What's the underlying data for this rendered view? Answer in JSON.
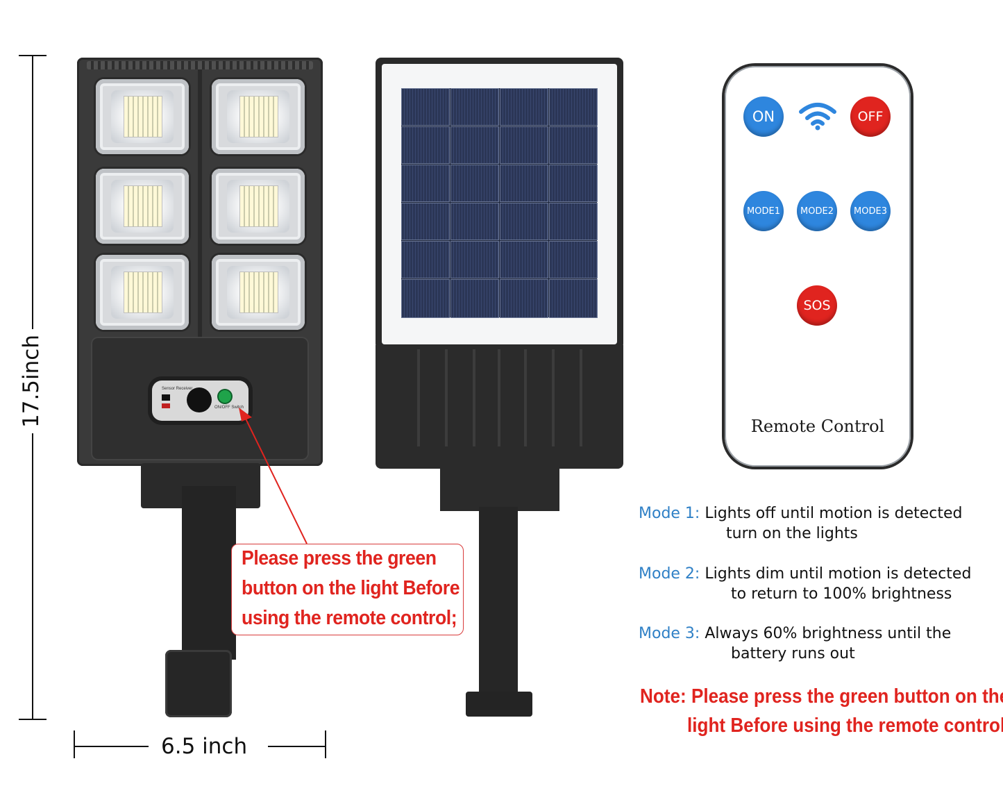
{
  "dimensions": {
    "height_label": "17.5inch",
    "width_label": "6.5 inch"
  },
  "sensor": {
    "receiver_label": "Sensor Receiver",
    "switch_label": "ON/OFF Switch"
  },
  "callout": {
    "line1": "Please press the green",
    "line2": "button on the light Before",
    "line3": "using the remote control;"
  },
  "remote": {
    "on": "ON",
    "off": "OFF",
    "mode1": "MODE1",
    "mode2": "MODE2",
    "mode3": "MODE3",
    "sos": "SOS",
    "title": "Remote Control",
    "colors": {
      "blue": "#2e86de",
      "red": "#e0241f"
    }
  },
  "modes": [
    {
      "label": "Mode 1:",
      "line1": "Lights off until motion is detected",
      "line2": "turn on the lights"
    },
    {
      "label": "Mode 2:",
      "line1": "Lights dim until motion is detected",
      "line2": "to return to 100% brightness"
    },
    {
      "label": "Mode 3:",
      "line1": "Always 60% brightness until the",
      "line2": "battery runs out"
    }
  ],
  "note": {
    "line1": "Note: Please press the green button on the",
    "line2": "light Before using the remote control;"
  }
}
